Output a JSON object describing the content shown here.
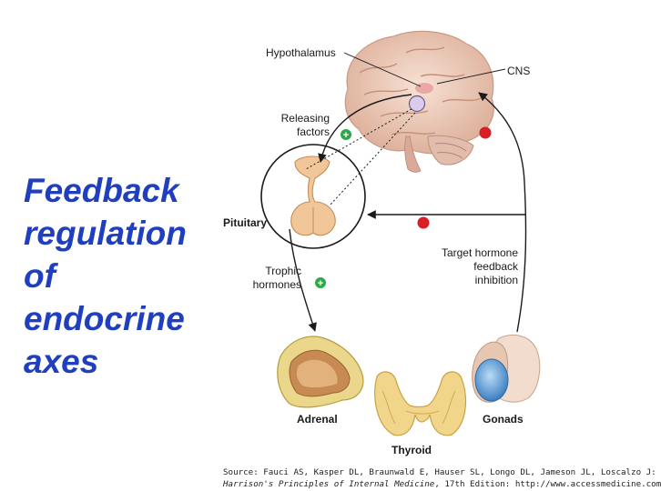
{
  "title_lines": [
    "Feedback",
    "regulation",
    "of",
    "endocrine",
    "axes"
  ],
  "labels": {
    "hypothalamus": "Hypothalamus",
    "cns": "CNS",
    "releasing_1": "Releasing",
    "releasing_2": "factors",
    "pituitary": "Pituitary",
    "target_1": "Target hormone",
    "target_2": "feedback",
    "target_3": "inhibition",
    "trophic_1": "Trophic",
    "trophic_2": "hormones",
    "adrenal": "Adrenal",
    "thyroid": "Thyroid",
    "gonads": "Gonads"
  },
  "signs": {
    "plus": "+"
  },
  "source": {
    "line1": "Source: Fauci AS, Kasper DL, Braunwald E, Hauser SL, Longo DL, Jameson JL, Loscalzo J:",
    "line2_italic": "Harrison's Principles of Internal Medicine",
    "line2_rest": ", 17th Edition: http://www.accessmedicine.com"
  },
  "colors": {
    "title": "#1f3fbf",
    "stimulate": "#2ea84a",
    "inhibit": "#d91f26",
    "brain": "#f0d2c3",
    "pituitary": "#f1c79a",
    "adrenal": "#d8c36a",
    "thyroid": "#f0d58a",
    "gonad": "#7fb8e6"
  }
}
